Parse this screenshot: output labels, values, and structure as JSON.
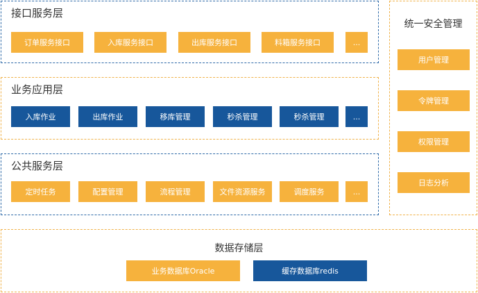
{
  "colors": {
    "orange_box": "#f6b23d",
    "navy_box": "#17579b",
    "orange_border": "#f0b24a",
    "blue_border": "#2e6aa8"
  },
  "interface_layer": {
    "title": "接口服务层",
    "items": [
      "订单服务接口",
      "入库服务接口",
      "出库服务接口",
      "料箱服务接口",
      "..."
    ]
  },
  "application_layer": {
    "title": "业务应用层",
    "items": [
      "入库作业",
      "出库作业",
      "移库管理",
      "秒杀管理",
      "秒杀管理",
      "..."
    ]
  },
  "common_layer": {
    "title": "公共服务层",
    "items": [
      "定时任务",
      "配置管理",
      "流程管理",
      "文件资源服务",
      "调度服务",
      "..."
    ]
  },
  "security_panel": {
    "title": "统一安全管理",
    "items": [
      "用户管理",
      "令牌管理",
      "权限管理",
      "日志分析"
    ]
  },
  "storage_layer": {
    "title": "数据存储层",
    "items": [
      "业务数据库Oracle",
      "缓存数据库redis"
    ]
  }
}
